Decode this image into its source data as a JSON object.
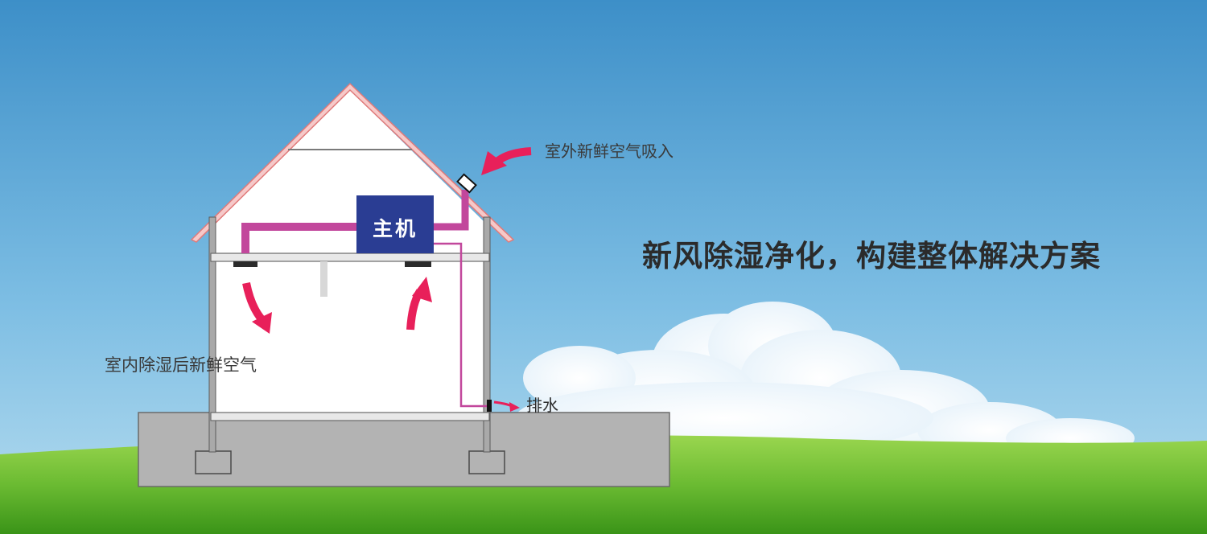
{
  "headline": "新风除湿净化，构建整体解决方案",
  "labels": {
    "outdoor_intake": "室外新鲜空气吸入",
    "indoor_supply": "室内除湿后新鲜空气",
    "drain": "排水",
    "main_unit": "主机"
  },
  "colors": {
    "sky_top": "#3d8fc8",
    "sky_bottom": "#a9d6ee",
    "grass_light": "#8fd24a",
    "grass_dark": "#3f9a1c",
    "foundation": "#b3b3b3",
    "house_wall": "#ffffff",
    "roof_edge": "#e89a9a",
    "duct": "#c2479c",
    "arrow": "#e8205a",
    "main_unit": "#2a3d93"
  }
}
